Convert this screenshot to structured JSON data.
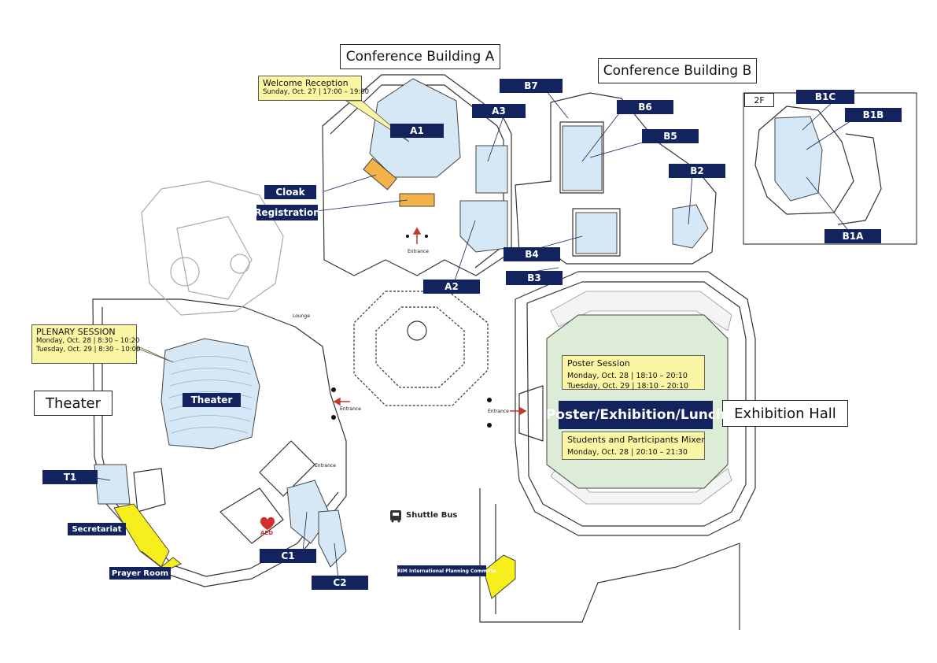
{
  "buildings": {
    "conference_a": "Conference Building A",
    "conference_b": "Conference Building B",
    "theater": "Theater",
    "exhibition_hall": "Exhibition Hall",
    "floor_2f": "2F"
  },
  "rooms": {
    "a1": "A1",
    "a2": "A2",
    "a3": "A3",
    "b1a": "B1A",
    "b1b": "B1B",
    "b1c": "B1C",
    "b2": "B2",
    "b3": "B3",
    "b4": "B4",
    "b5": "B5",
    "b6": "B6",
    "b7": "B7",
    "c1": "C1",
    "c2": "C2",
    "t1": "T1",
    "theater_room": "Theater",
    "cloak": "Cloak",
    "registration": "Registration",
    "secretariat": "Secretariat",
    "prayer_room": "Prayer Room",
    "poster_hall": "Poster/Exhibition/Lunch",
    "pacrim": "PACRIM International Planning Committe"
  },
  "notes": {
    "welcome": {
      "title": "Welcome Reception",
      "line1": "Sunday, Oct. 27 | 17:00 – 19:00"
    },
    "plenary": {
      "title": "PLENARY SESSION",
      "line1": "Monday, Oct. 28 | 8:30 – 10:20",
      "line2": "Tuesday, Oct. 29 | 8:30 – 10:00"
    },
    "poster": {
      "title": "Poster Session",
      "line1": "Monday, Oct. 28 | 18:10 – 20:10",
      "line2": "Tuesday, Oct. 29 | 18:10 – 20:10"
    },
    "mixer": {
      "title": "Students and Participants Mixer",
      "line1": "Monday, Oct. 28 | 20:10 – 21:30"
    }
  },
  "facilities": {
    "shuttle_bus": "Shuttle Bus",
    "aed": "AED",
    "entrance": "Entrance",
    "lounge": "Lounge"
  },
  "colors": {
    "label_bg": "#13235e",
    "room_blue": "#d6e8f5",
    "yellow": "#f7ef1d",
    "orange": "#f3b349",
    "note_yellow": "#fbf6a3",
    "hall_green": "#dcecd7"
  }
}
